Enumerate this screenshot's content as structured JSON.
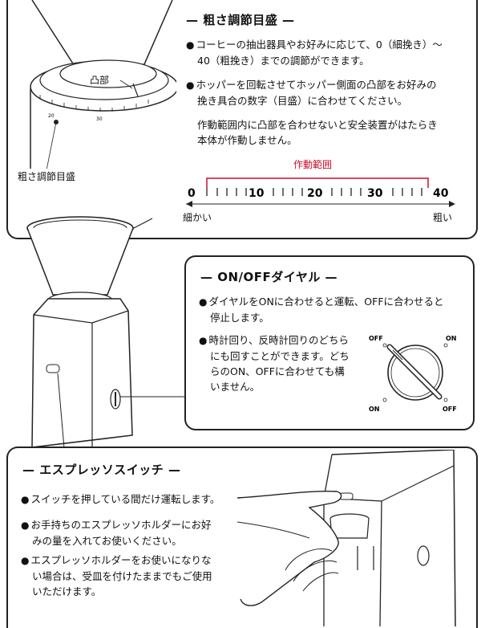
{
  "coarseness": {
    "title": "粗さ調節目盛",
    "bullet1": [
      "コーヒーの抽出器具やお好みに応じて、0（細挽き）〜",
      "40（粗挽き）までの調節ができます。"
    ],
    "bullet2": [
      "ホッパーを回転させてホッパー側面の凸部をお好みの",
      "挽き具合の数字（目盛）に合わせてください。"
    ],
    "note": [
      "作動範囲内に凸部を合わせないと安全装置がはたらき",
      "本体が作動しません。"
    ],
    "range_label": "作動範囲",
    "scale": {
      "n0": "0",
      "n10": "10",
      "n20": "20",
      "n30": "30",
      "n40": "40"
    },
    "fine": "細かい",
    "coarse": "粗い",
    "callout_bump": "凸部",
    "callout_scale": "粗さ調節目盛",
    "dial_mark_20": "20",
    "dial_mark_30": "30"
  },
  "onoff": {
    "title": "ON/OFFダイヤル",
    "bullet1": [
      "ダイヤルをONに合わせると運転、OFFに合わせると",
      "停止します。"
    ],
    "bullet2": [
      "時計回り、反時計回りのどちら",
      "にも回すことができます。どち",
      "らのON、OFFに合わせても構",
      "いません。"
    ],
    "dial_labels": {
      "off_tl": "OFF",
      "on_tr": "ON",
      "on_bl": "ON",
      "off_br": "OFF"
    }
  },
  "espresso": {
    "title": "エスプレッソスイッチ",
    "bullet1": [
      "スイッチを押している間だけ運転します。"
    ],
    "bullet2": [
      "お手持ちのエスプレッソホルダーにお好",
      "みの量を入れてお使いください。"
    ],
    "bullet3": [
      "エスプレッソホルダーをお使いになりな",
      "い場合は、受皿を付けたままでもご使用",
      "いただけます。"
    ]
  },
  "colors": {
    "accent": "#c8102e",
    "ink": "#222222"
  }
}
